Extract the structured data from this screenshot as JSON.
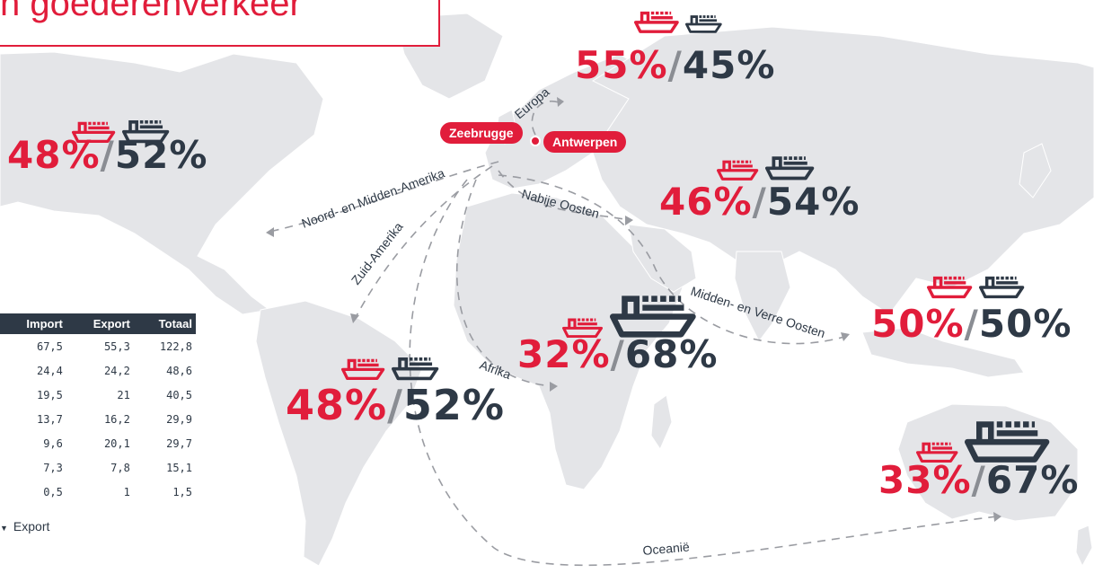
{
  "title": "n goederenverkeer",
  "ports": {
    "zeebrugge": "Zeebrugge",
    "antwerpen": "Antwerpen"
  },
  "routes": {
    "europa": "Europa",
    "noord_midden_amerika": "Noord- en Midden-Amerika",
    "zuid_amerika": "Zuid-Amerika",
    "nabije_oosten": "Nabije Oosten",
    "midden_verre_oosten": "Midden- en Verre Oosten",
    "afrika": "Afrika",
    "oceanie": "Oceanië"
  },
  "regions": [
    {
      "id": "europa",
      "import_label": "55%",
      "export_label": "45%",
      "separator": "/",
      "import_share": 0.55,
      "export_share": 0.45
    },
    {
      "id": "noord-midden-amerika",
      "import_label": "48%",
      "export_label": "52%",
      "separator": "/",
      "import_share": 0.48,
      "export_share": 0.52
    },
    {
      "id": "nabije-oosten",
      "import_label": "46%",
      "export_label": "54%",
      "separator": "/",
      "import_share": 0.46,
      "export_share": 0.54
    },
    {
      "id": "midden-verre-oosten",
      "import_label": "50%",
      "export_label": "50%",
      "separator": "/",
      "import_share": 0.5,
      "export_share": 0.5
    },
    {
      "id": "afrika",
      "import_label": "32%",
      "export_label": "68%",
      "separator": "/",
      "import_share": 0.32,
      "export_share": 0.68
    },
    {
      "id": "zuid-amerika",
      "import_label": "48%",
      "export_label": "52%",
      "separator": "/",
      "import_share": 0.48,
      "export_share": 0.52
    },
    {
      "id": "oceanie",
      "import_label": "33%",
      "export_label": "67%",
      "separator": "/",
      "import_share": 0.33,
      "export_share": 0.67
    }
  ],
  "table": {
    "headers": [
      "Import",
      "Export",
      "Totaal"
    ],
    "rows": [
      [
        "67,5",
        "55,3",
        "122,8"
      ],
      [
        "24,4",
        "24,2",
        "48,6"
      ],
      [
        "19,5",
        "21",
        "40,5"
      ],
      [
        "13,7",
        "16,2",
        "29,9"
      ],
      [
        "9,6",
        "20,1",
        "29,7"
      ],
      [
        "7,3",
        "7,8",
        "15,1"
      ],
      [
        "0,5",
        "1",
        "1,5"
      ]
    ]
  },
  "legend": {
    "export_label": "Export",
    "export_marker": "▼"
  },
  "colors": {
    "import": "#e11d3b",
    "export": "#2e3946",
    "separator": "#8a8d93",
    "land": "#e4e5e8",
    "route": "#9a9ca2"
  },
  "icons": {
    "import": "cargo-ship-icon",
    "export": "cargo-ship-icon"
  }
}
